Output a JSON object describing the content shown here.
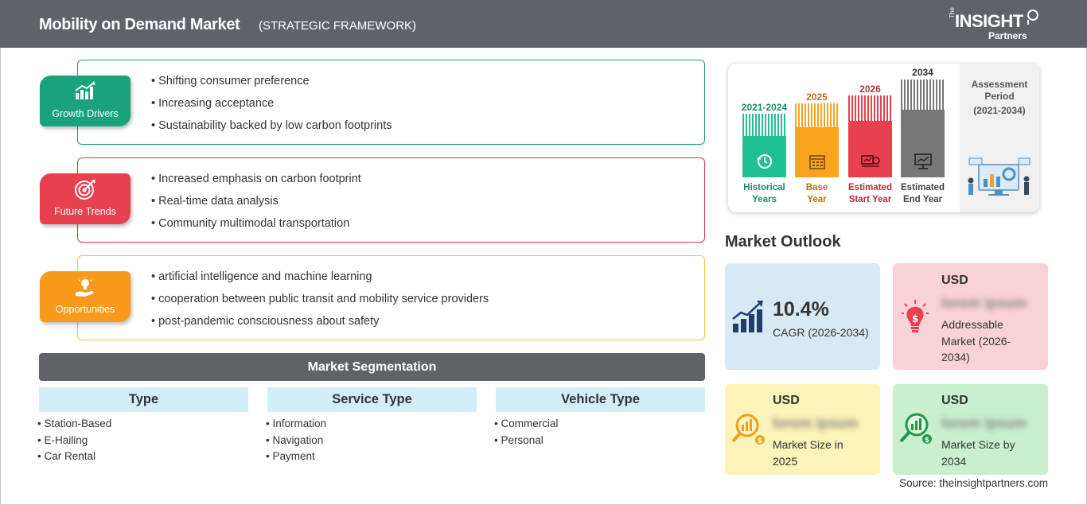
{
  "header": {
    "title": "Mobility on Demand Market",
    "subtitle": "(STRATEGIC FRAMEWORK)",
    "logo_text": "INSIGHT",
    "logo_prefix": "The",
    "logo_sub": "Partners"
  },
  "sections": [
    {
      "label": "Growth Drivers",
      "color": "#1aa37a",
      "border": "#1a9b77",
      "icon": "growth-chart-icon",
      "items": [
        "Shifting consumer preference",
        "Increasing acceptance",
        "Sustainability backed by low carbon footprints"
      ]
    },
    {
      "label": "Future Trends",
      "color": "#e8404f",
      "border": "#d6394a",
      "icon": "target-icon",
      "items": [
        "Increased emphasis on carbon footprint",
        "Real-time data analysis",
        "Community multimodal transportation"
      ]
    },
    {
      "label": "Opportunities",
      "color": "#f79a1c",
      "border": "#f3c24a",
      "icon": "lightbulb-hand-icon",
      "items": [
        "artificial intelligence and machine learning",
        "cooperation between public transit and mobility service providers",
        "post-pandemic consciousness about safety"
      ]
    }
  ],
  "segmentation": {
    "title": "Market Segmentation",
    "columns": [
      {
        "header": "Type",
        "items": [
          "Station-Based",
          "E-Hailing",
          "Car Rental"
        ]
      },
      {
        "header": "Service Type",
        "items": [
          "Information",
          "Navigation",
          "Payment"
        ]
      },
      {
        "header": "Vehicle Type",
        "items": [
          "Commercial",
          "Personal"
        ]
      }
    ]
  },
  "timeline": {
    "years": [
      {
        "year": "2021-2024",
        "label1": "Historical",
        "label2": "Years",
        "color": "#1fc193",
        "text_color": "#1a8a6c",
        "icon": "history-icon"
      },
      {
        "year": "2025",
        "label1": "Base",
        "label2": "Year",
        "color": "#f9a21d",
        "text_color": "#b8730f",
        "icon": "calendar-icon"
      },
      {
        "year": "2026",
        "label1": "Estimated",
        "label2": "Start Year",
        "color": "#e8404f",
        "text_color": "#b82b3a",
        "icon": "start-year-icon"
      },
      {
        "year": "2034",
        "label1": "Estimated",
        "label2": "End Year",
        "color": "#777777",
        "text_color": "#444444",
        "icon": "end-year-icon"
      }
    ],
    "assessment_label": "Assessment Period",
    "assessment_range": "(2021-2034)"
  },
  "outlook": {
    "title": "Market Outlook",
    "cagr_value": "10.4%",
    "cagr_label": "CAGR (2026-2034)",
    "addressable_usd": "USD",
    "addressable_value": "lorem ipsum",
    "addressable_label": "Addressable Market (2026-2034)",
    "size2025_usd": "USD",
    "size2025_value": "lorem ipsum",
    "size2025_label": "Market Size in 2025",
    "size2034_usd": "USD",
    "size2034_value": "lorem ipsum",
    "size2034_label": "Market Size by 2034",
    "colors": {
      "cagr": "#d7e9f5",
      "addressable": "#f8d2d7",
      "size2025": "#fbf3b8",
      "size2034": "#c9efce"
    }
  },
  "source": "Source: theinsightpartners.com"
}
